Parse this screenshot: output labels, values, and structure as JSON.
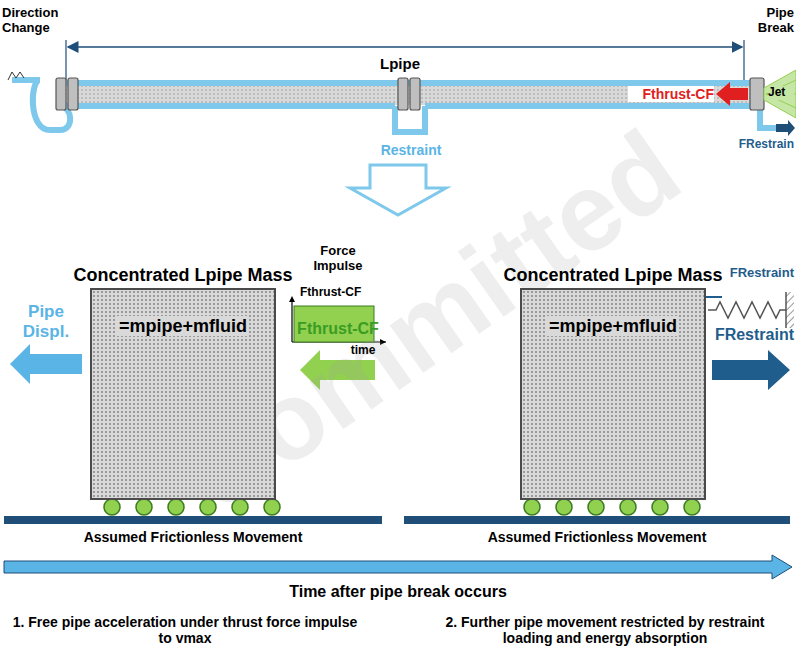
{
  "diagram": {
    "nodes": [
      {
        "text": [
          "Concentrated Lpipe Mass",
          "=mpipe+mfluid"
        ]
      },
      {
        "text": [
          "Concentrated Lpipe Mass",
          "=mpipe+mfluid"
        ]
      }
    ],
    "labels": [
      "Direction Change",
      "Lpipe",
      "Pipe Break",
      "Fthrust-CF",
      "Jet",
      "FRestrain",
      "Restraint",
      "Force Impulse",
      "Fthrust-CF",
      "time",
      "Pipe Displ.",
      "Fthrust-CF",
      "FRestraint",
      "FRestraint",
      "Assumed Frictionless Movement",
      "Assumed Frictionless Movement",
      "Time after pipe break occurs",
      "1. Free pipe acceleration under thrust force impulse to vmax",
      "2. Further pipe movement restricted by restraint loading and energy absorption",
      "Committed"
    ]
  }
}
